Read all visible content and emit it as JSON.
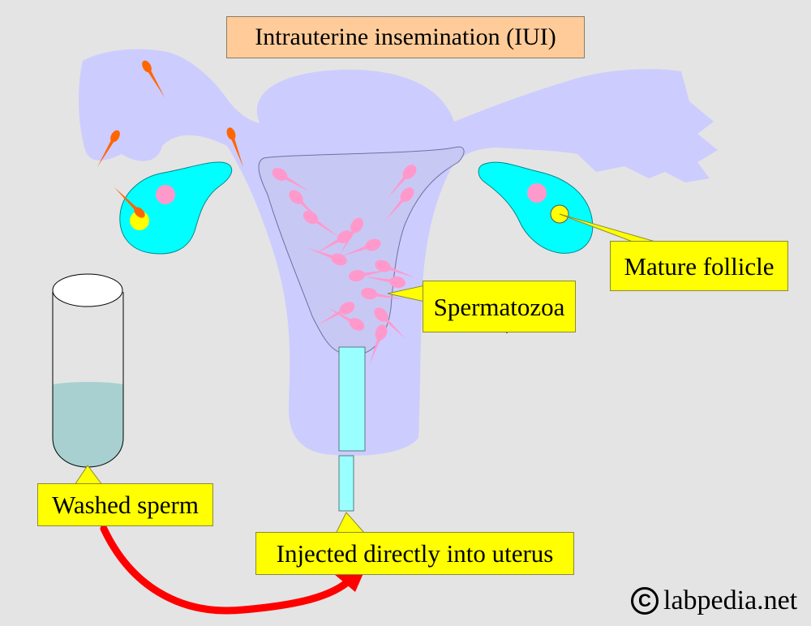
{
  "title": "Intrauterine insemination (IUI)",
  "labels": {
    "mature_follicle": "Mature follicle",
    "spermatozoa": "Spermatozoa",
    "washed_sperm": "Washed sperm",
    "injected": "Injected directly into uterus"
  },
  "copyright": {
    "symbol": "C",
    "text": "labpedia.net"
  },
  "colors": {
    "background": "#e4e4e4",
    "uterus": "#ccccff",
    "ovary": "#00ffff",
    "follicle_pink": "#ff99cc",
    "follicle_yellow": "#ffff00",
    "sperm_pink": "#ff99cc",
    "sperm_orange": "#ff6600",
    "label_yellow": "#ffff00",
    "title_box": "#ffcc99",
    "arrow": "#ff0000",
    "sperm_fluid": "#a8d0d0",
    "catheter": "#99ffff"
  }
}
